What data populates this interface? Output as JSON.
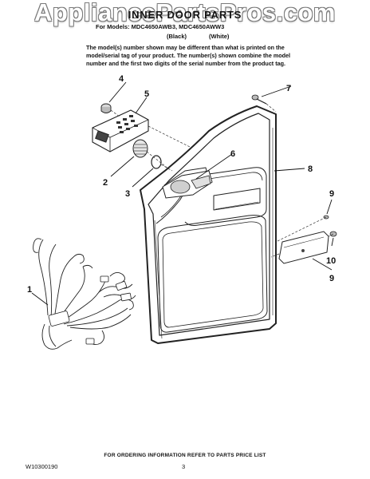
{
  "watermark": "AppliancePartsPros.com",
  "header": {
    "title": "INNER DOOR PARTS",
    "for_models": "For Models: MDC4650AWB3, MDC4650AWW3",
    "col_black": "(Black)",
    "col_white": "(White)"
  },
  "description": "The model(s) number shown may be different than what is printed on the model/serial tag of your product. The number(s) shown combine the model number and the first two digits of the serial number from the product tag.",
  "callouts": {
    "c1": "1",
    "c2": "2",
    "c3": "3",
    "c4": "4",
    "c5": "5",
    "c6": "6",
    "c7": "7",
    "c8": "8",
    "c9a": "9",
    "c9b": "9",
    "c10": "10"
  },
  "footer": {
    "ordering_note": "FOR ORDERING INFORMATION REFER TO PARTS PRICE LIST",
    "doc_number": "W10300190",
    "page_number": "3"
  }
}
